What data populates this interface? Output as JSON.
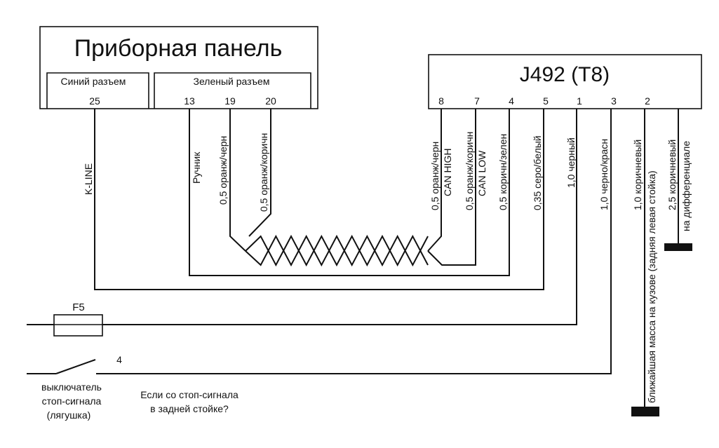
{
  "panel": {
    "title": "Приборная панель",
    "blue_connector": "Синий разъем",
    "green_connector": "Зеленый разъем",
    "pins": [
      "25",
      "13",
      "19",
      "20"
    ]
  },
  "module": {
    "title": "J492 (T8)",
    "pins": [
      "8",
      "7",
      "4",
      "5",
      "1",
      "3",
      "2"
    ]
  },
  "wires": {
    "kline": "K-LINE",
    "handbrake": "Ручник",
    "w19": "0,5 оранж/черн",
    "w20": "0,5 оранж/коричн",
    "w8": "0,5 оранж/черн",
    "w8b": "CAN HIGH",
    "w7": "0,5 оранж/коричн",
    "w7b": "CAN LOW",
    "w4": "0,5 коричн/зелен",
    "w5": "0,35 серо/белый",
    "w1": "1,0 черный",
    "w3": "1,0 черно/красн",
    "w2": "1,0 коричневый",
    "w2b": "ближайшая масса на кузове (задняя левая стойка)",
    "wg": "2,5 коричневый",
    "wgb": "на дифференциале"
  },
  "fuse": "F5",
  "switch_pin": "4",
  "switch_label": [
    "выключатель",
    "стоп-сигнала",
    "(лягушка)"
  ],
  "question": [
    "Если со стоп-сигнала",
    "в задней стойке?"
  ]
}
